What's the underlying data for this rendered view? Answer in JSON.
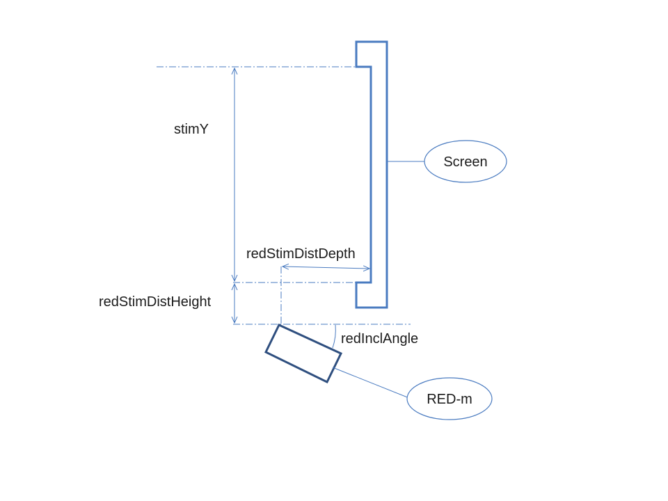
{
  "labels": {
    "stim_y": "stimY",
    "red_stim_dist_depth": "redStimDistDepth",
    "red_stim_dist_height": "redStimDistHeight",
    "red_incl_angle": "redInclAngle"
  },
  "callouts": {
    "screen": "Screen",
    "red_m": "RED-m"
  },
  "colors": {
    "line": "#4a7bc0",
    "device": "#2f4f7f",
    "text": "#1a1a1a"
  }
}
